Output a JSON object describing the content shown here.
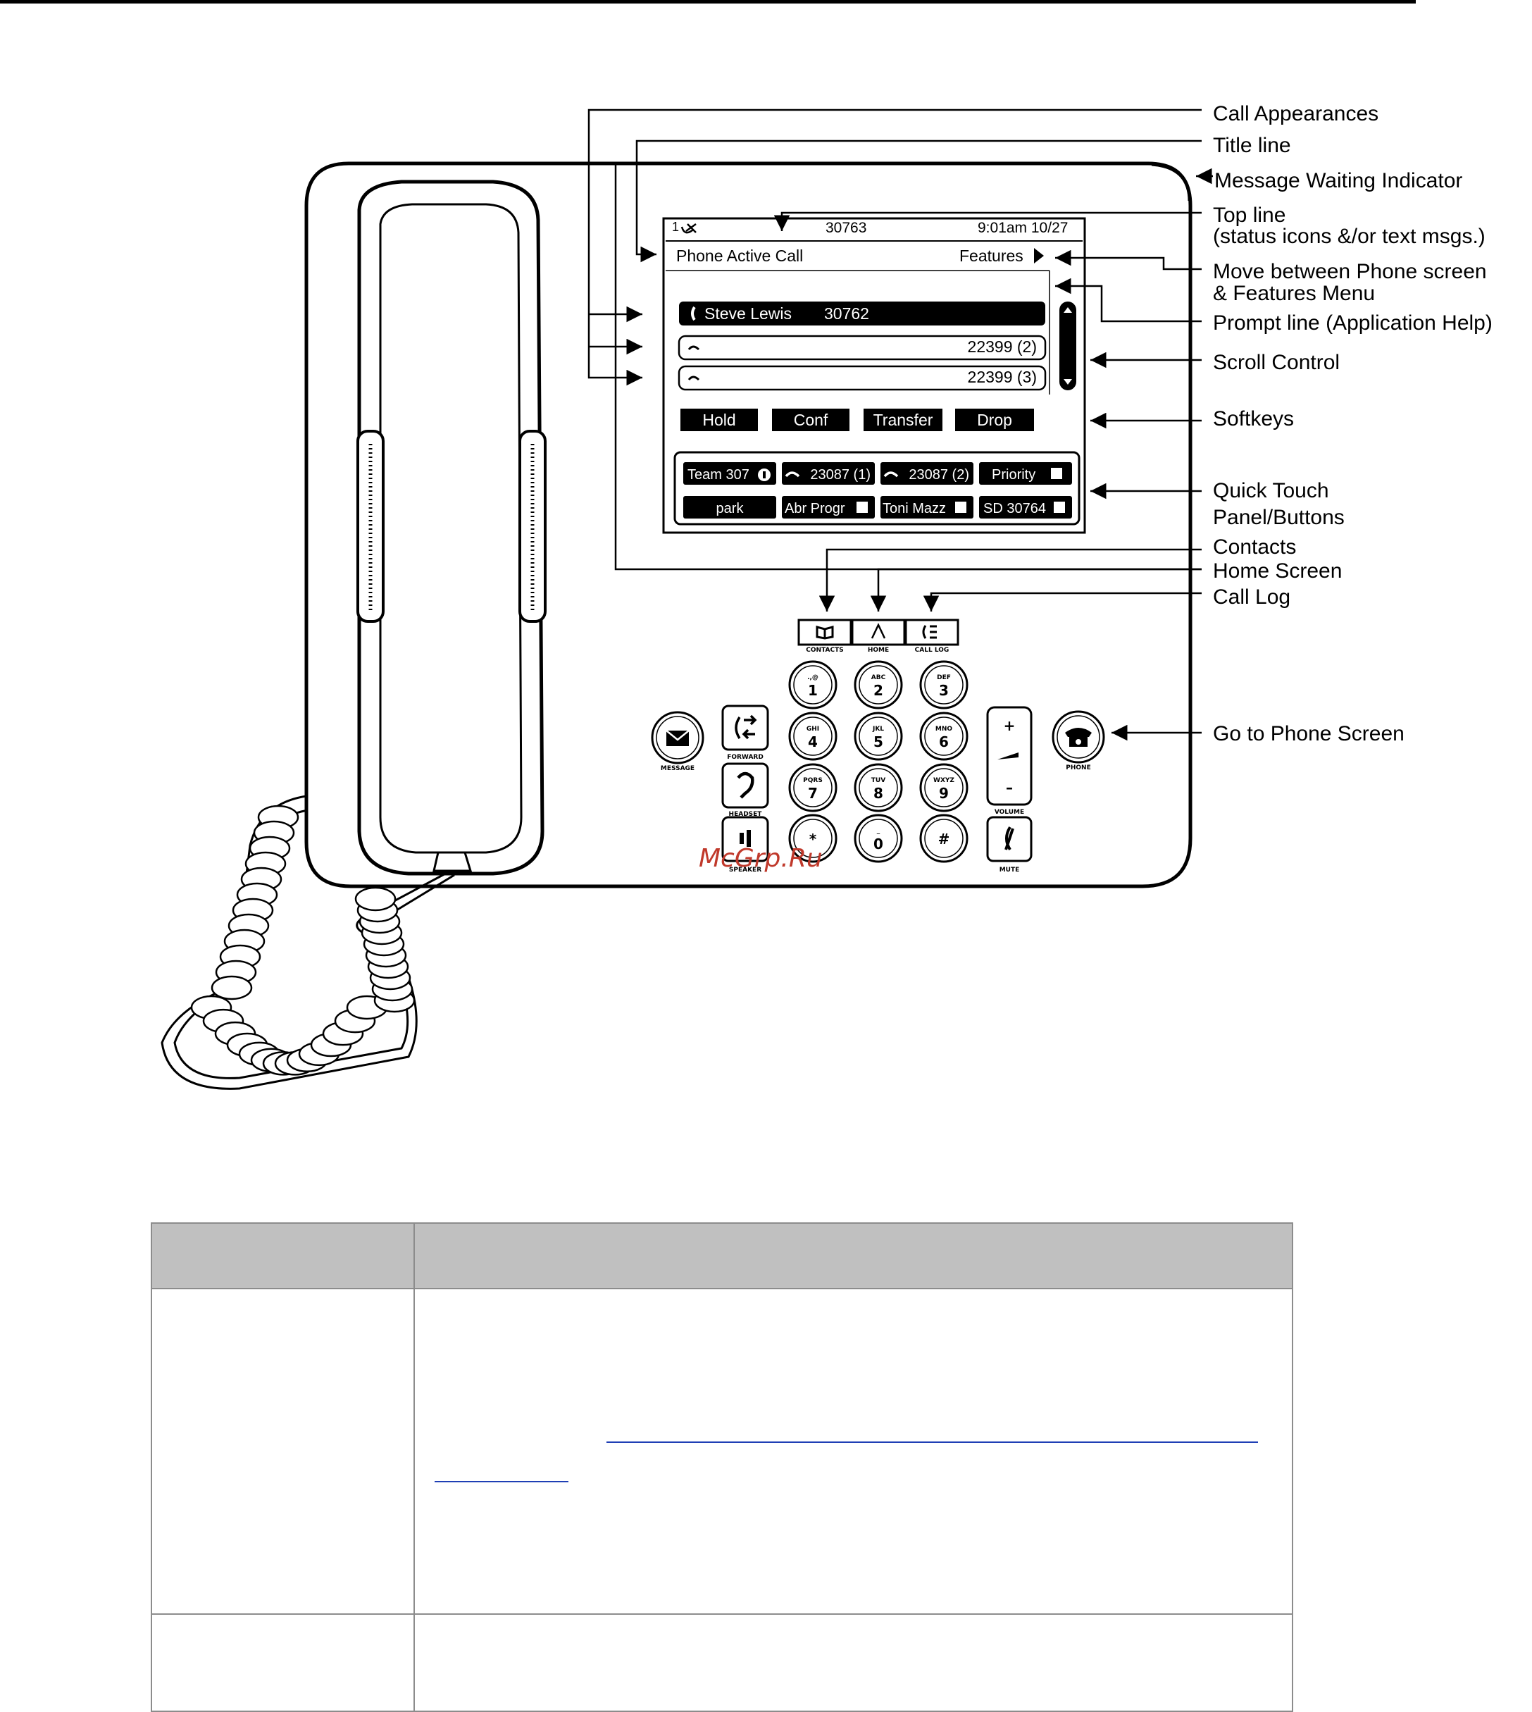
{
  "screen": {
    "top_line": {
      "line_number": "1",
      "extension": "30763",
      "datetime": "9:01am 10/27"
    },
    "title_line": {
      "title": "Phone Active Call",
      "features": "Features"
    },
    "call_appearances": [
      {
        "label": "Steve Lewis",
        "number": "30762"
      },
      {
        "label": "22399 (2)"
      },
      {
        "label": "22399 (3)"
      }
    ],
    "softkeys": [
      "Hold",
      "Conf",
      "Transfer",
      "Drop"
    ],
    "quick_touch": [
      {
        "label": "Team 307"
      },
      {
        "label": "23087 (1)"
      },
      {
        "label": "23087 (2)"
      },
      {
        "label": "Priority"
      },
      {
        "label": "park"
      },
      {
        "label": "Abr Progr"
      },
      {
        "label": "Toni Mazz"
      },
      {
        "label": "SD 30764"
      }
    ]
  },
  "nav_buttons": {
    "contacts": "CONTACTS",
    "home": "HOME",
    "call_log": "CALL LOG"
  },
  "keypad": [
    {
      "num": "1",
      "letters": ".,@"
    },
    {
      "num": "2",
      "letters": "ABC"
    },
    {
      "num": "3",
      "letters": "DEF"
    },
    {
      "num": "4",
      "letters": "GHI"
    },
    {
      "num": "5",
      "letters": "JKL"
    },
    {
      "num": "6",
      "letters": "MNO"
    },
    {
      "num": "7",
      "letters": "PQRS"
    },
    {
      "num": "8",
      "letters": "TUV"
    },
    {
      "num": "9",
      "letters": "WXYZ"
    },
    {
      "num": "*",
      "letters": ""
    },
    {
      "num": "0",
      "letters": "_"
    },
    {
      "num": "#",
      "letters": ""
    }
  ],
  "side_buttons": {
    "message": "MESSAGE",
    "forward": "FORWARD",
    "headset": "HEADSET",
    "speaker": "SPEAKER",
    "volume": "VOLUME",
    "volume_plus": "+",
    "volume_minus": "–",
    "mute": "MUTE",
    "phone": "PHONE"
  },
  "callouts": {
    "call_appearances": "Call Appearances",
    "title_line": "Title line",
    "message_waiting": "Message Waiting Indicator",
    "top_line_1": "Top line",
    "top_line_2": "(status icons &/or text msgs.)",
    "move_between_1": "Move between Phone screen",
    "move_between_2": "& Features Menu",
    "prompt_line": "Prompt line (Application Help)",
    "scroll_control": "Scroll Control",
    "softkeys": "Softkeys",
    "quick_touch_1": "Quick Touch",
    "quick_touch_2": "Panel/Buttons",
    "contacts": "Contacts",
    "home_screen": "Home Screen",
    "call_log": "Call Log",
    "go_to_phone": "Go to Phone Screen"
  },
  "watermark": "McGrp.Ru",
  "colors": {
    "watermark": "#c0392b",
    "table_header": "#c0c0c0",
    "link_rule": "#1f3fb5"
  }
}
